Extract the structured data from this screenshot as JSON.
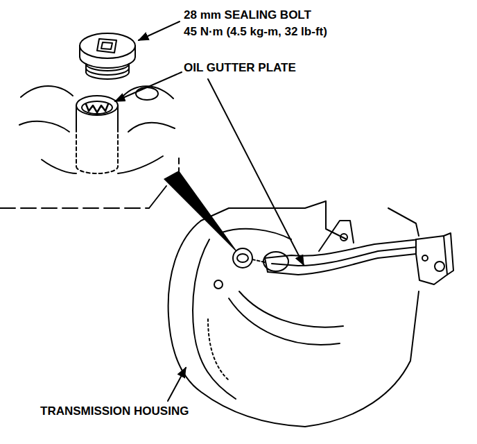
{
  "diagram": {
    "labels": [
      "28 mm SEALING BOLT",
      "45 N·m (4.5 kg-m, 32 lb-ft)",
      "OIL GUTTER PLATE",
      "TRANSMISSION HOUSING"
    ]
  }
}
